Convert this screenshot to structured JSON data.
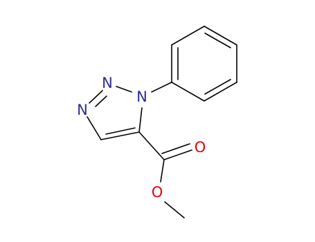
{
  "molecule": {
    "atoms": {
      "n1": {
        "label": "N",
        "color": "#2b2b8f"
      },
      "n2": {
        "label": "N",
        "color": "#2b2b8f"
      },
      "n3": {
        "label": "N",
        "color": "#2b2b8f"
      },
      "o_carbonyl": {
        "label": "O",
        "color": "#e8000b"
      },
      "o_ester": {
        "label": "O",
        "color": "#e8000b"
      }
    },
    "bond_color": "#000000"
  }
}
